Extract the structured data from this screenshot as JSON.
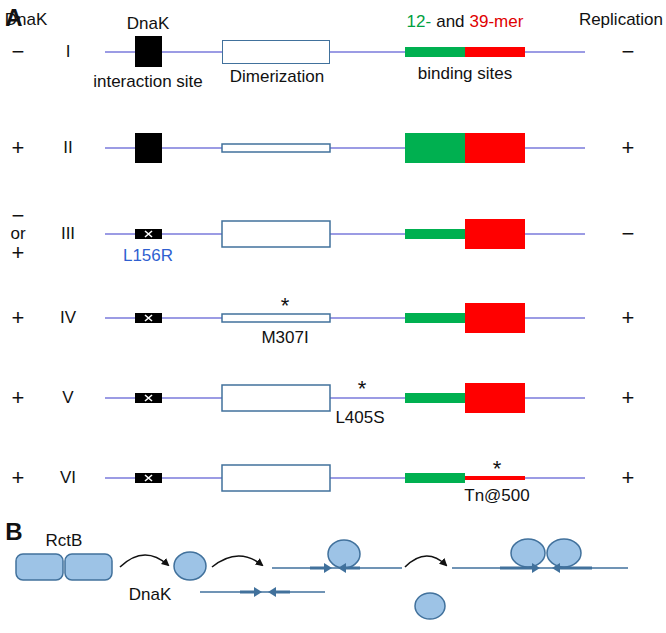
{
  "diagram": {
    "nodes": [
      {
        "text": [
          "Dimerization"
        ]
      },
      {
        "text": [
          "RctB"
        ]
      }
    ],
    "labels": [
      "A",
      "DnaK",
      "Replication",
      "DnaK",
      "12-",
      "and",
      "39-mer",
      "−",
      "I",
      "interaction site",
      "binding sites",
      "−",
      "+",
      "II",
      "+",
      "−",
      "or",
      "+",
      "III",
      "L156R",
      "−",
      "+",
      "IV",
      "*",
      "M307I",
      "+",
      "+",
      "V",
      "*",
      "L405S",
      "+",
      "+",
      "VI",
      "*",
      "Tn@500",
      "+",
      "B",
      "DnaK"
    ]
  }
}
